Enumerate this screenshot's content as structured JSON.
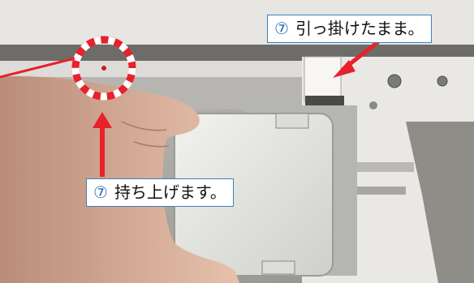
{
  "callouts": {
    "top": {
      "number": "⑦",
      "text": "引っ掛けたまま。"
    },
    "bottom": {
      "number": "⑦",
      "text": "持ち上げます。"
    }
  },
  "colors": {
    "arrow_red": "#e8212b",
    "callout_border": "#3d7fc0",
    "callout_number": "#2a6cb5"
  }
}
